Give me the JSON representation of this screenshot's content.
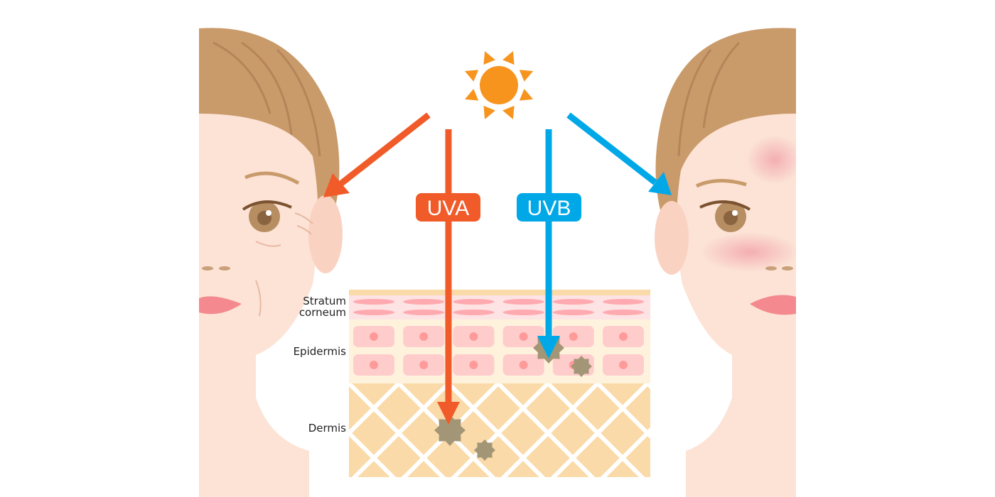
{
  "labels": {
    "uva": "UVA",
    "uvb": "UVB",
    "stratum_line1": "Stratum",
    "stratum_line2": "corneum",
    "epidermis": "Epidermis",
    "dermis": "Dermis"
  },
  "colors": {
    "uva": "#f15a29",
    "uvb": "#00a8e8",
    "sun": "#f7941d",
    "hair": "#c99a6a",
    "skin": "#fce3d6",
    "dermis": "#fadaa8",
    "epidermis": "#fff2dc",
    "cell": "#ffcccc",
    "melanin": "#a39677"
  }
}
